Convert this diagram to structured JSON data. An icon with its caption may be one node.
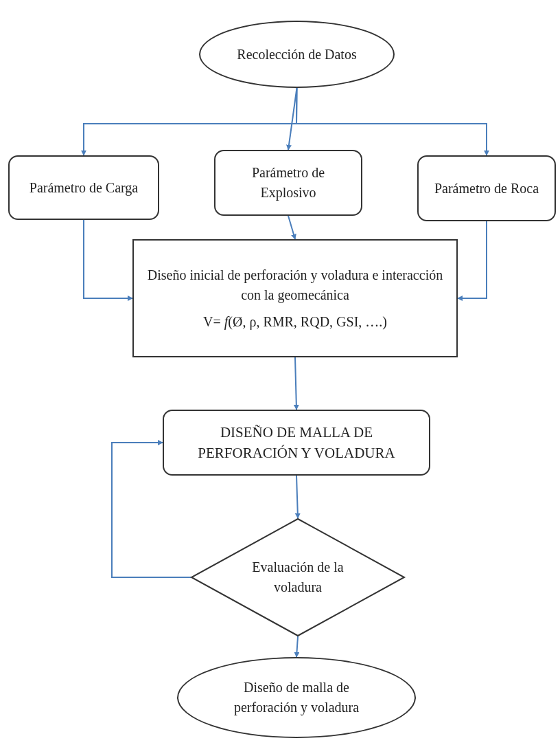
{
  "diagram": {
    "nodes": [
      {
        "text": [
          "Recolección de Datos"
        ]
      },
      {
        "text": [
          "Parámetro de Carga"
        ]
      },
      {
        "text": [
          "Parámetro de Explosivo"
        ]
      },
      {
        "text": [
          "Parámetro de Roca"
        ]
      },
      {
        "text": [
          "Diseño inicial de perforación y voladura e interacción con la geomecánica",
          "V= *f*(Ø, ρ, RMR, RQD, GSI, ….)"
        ]
      },
      {
        "text": [
          "DISEÑO DE MALLA DE PERFORACIÓN Y VOLADURA"
        ]
      },
      {
        "text": [
          "Evaluación de la voladura"
        ]
      },
      {
        "text": [
          "Diseño de malla de perforación y voladura"
        ]
      }
    ],
    "edges": [
      {
        "from": 0,
        "to": 1,
        "arrow": "to"
      },
      {
        "from": 0,
        "to": 2,
        "arrow": "to"
      },
      {
        "from": 0,
        "to": 3,
        "arrow": "to"
      },
      {
        "from": 1,
        "to": 4,
        "arrow": "to"
      },
      {
        "from": 2,
        "to": 4,
        "arrow": "to"
      },
      {
        "from": 3,
        "to": 4,
        "arrow": "to"
      },
      {
        "from": 4,
        "to": 5,
        "arrow": "to"
      },
      {
        "from": 5,
        "to": 6,
        "arrow": "to"
      },
      {
        "from": 6,
        "to": 5,
        "arrow": "to"
      },
      {
        "from": 6,
        "to": 7,
        "arrow": "to"
      }
    ]
  }
}
